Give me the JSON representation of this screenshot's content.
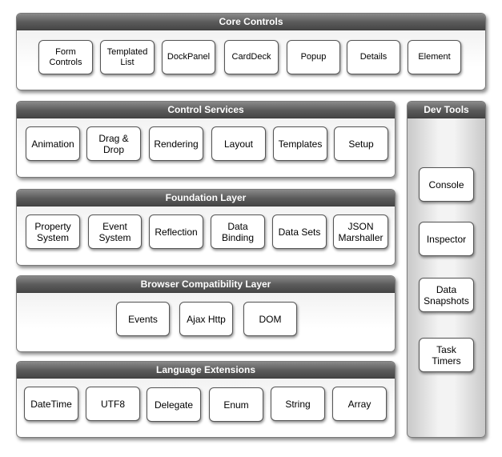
{
  "core_controls": {
    "title": "Core Controls",
    "items": [
      "Form\nControls",
      "Templated\nList",
      "DockPanel",
      "CardDeck",
      "Popup",
      "Details",
      "Element"
    ]
  },
  "control_services": {
    "title": "Control Services",
    "items": [
      "Animation",
      "Drag &\nDrop",
      "Rendering",
      "Layout",
      "Templates",
      "Setup"
    ]
  },
  "foundation_layer": {
    "title": "Foundation Layer",
    "items": [
      "Property\nSystem",
      "Event\nSystem",
      "Reflection",
      "Data\nBinding",
      "Data Sets",
      "JSON\nMarshaller"
    ]
  },
  "browser_compat": {
    "title": "Browser Compatibility Layer",
    "items": [
      "Events",
      "Ajax Http",
      "DOM"
    ]
  },
  "language_ext": {
    "title": "Language Extensions",
    "items": [
      "DateTime",
      "UTF8",
      "Delegate",
      "Enum",
      "String",
      "Array"
    ]
  },
  "dev_tools": {
    "title": "Dev Tools",
    "items": [
      "Console",
      "Inspector",
      "Data\nSnapshots",
      "Task\nTimers"
    ]
  }
}
